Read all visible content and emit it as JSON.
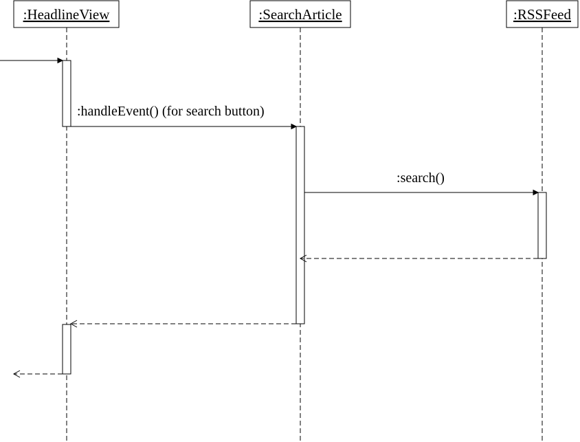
{
  "lifelines": [
    {
      "id": "headline-view",
      "label": ":HeadlineView"
    },
    {
      "id": "search-article",
      "label": ":SearchArticle"
    },
    {
      "id": "rss-feed",
      "label": ":RSSFeed"
    }
  ],
  "messages": [
    {
      "id": "found-call",
      "label": "",
      "kind": "call"
    },
    {
      "id": "handle-event",
      "label": ":handleEvent() (for search button)",
      "kind": "call"
    },
    {
      "id": "search",
      "label": ":search()",
      "kind": "call"
    },
    {
      "id": "search-return",
      "label": "",
      "kind": "return"
    },
    {
      "id": "handle-event-return",
      "label": "",
      "kind": "return"
    },
    {
      "id": "final-return",
      "label": "",
      "kind": "return"
    }
  ],
  "colors": {
    "line": "#000000",
    "background": "#ffffff"
  }
}
